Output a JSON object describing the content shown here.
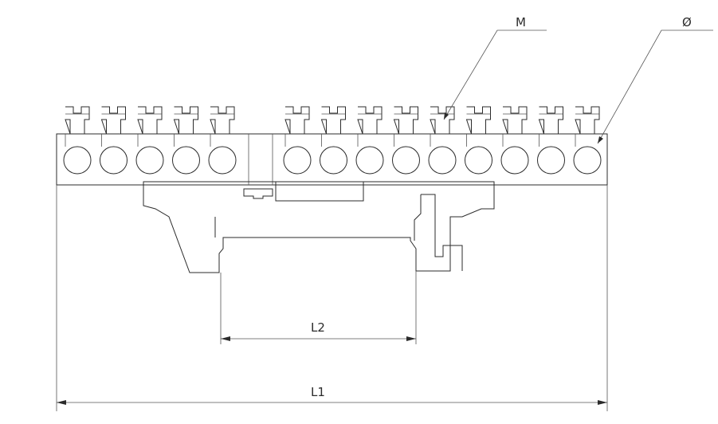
{
  "labels": {
    "thread": "M",
    "diameter": "Ø",
    "rail_width": "L2",
    "total_length": "L1"
  },
  "terminals": {
    "left_group": 5,
    "right_group": 9
  },
  "colors": {
    "line": "#2b2b2b",
    "background": "#ffffff"
  }
}
